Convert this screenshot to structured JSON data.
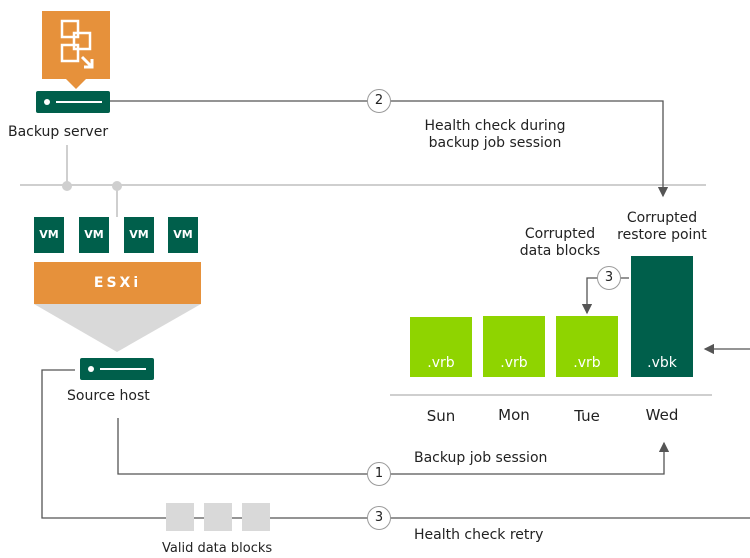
{
  "backup_server": {
    "label": "Backup server"
  },
  "source_host": {
    "label": "Source host"
  },
  "esxi": {
    "label": "ESXi"
  },
  "vms": [
    "VM",
    "VM",
    "VM",
    "VM"
  ],
  "steps": {
    "health_check": "2",
    "backup_job": "1",
    "retry_top": "3",
    "retry_bottom": "3"
  },
  "labels": {
    "health_check_line1": "Health check during",
    "health_check_line2": "backup job session",
    "corrupted_blocks_line1": "Corrupted",
    "corrupted_blocks_line2": "data blocks",
    "corrupted_point_line1": "Corrupted",
    "corrupted_point_line2": "restore point",
    "backup_job_session": "Backup job session",
    "health_check_retry": "Health check retry",
    "valid_data_blocks": "Valid data blocks"
  },
  "restore_points": [
    {
      "file": ".vrb",
      "day": "Sun"
    },
    {
      "file": ".vrb",
      "day": "Mon"
    },
    {
      "file": ".vrb",
      "day": "Tue"
    },
    {
      "file": ".vbk",
      "day": "Wed"
    }
  ],
  "colors": {
    "green": "#005f4b",
    "lime": "#8fd400",
    "orange": "#e6913b",
    "gray": "#d9d9d9"
  }
}
